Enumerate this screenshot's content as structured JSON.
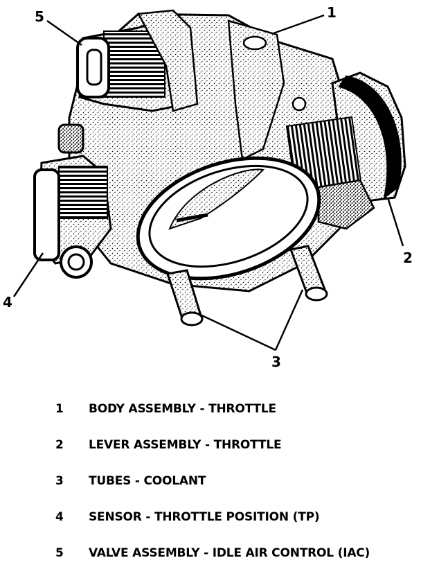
{
  "callouts": {
    "c1": "1",
    "c2": "2",
    "c3": "3",
    "c4": "4",
    "c5": "5"
  },
  "legend": [
    {
      "number": "1",
      "text": "BODY ASSEMBLY - THROTTLE"
    },
    {
      "number": "2",
      "text": "LEVER ASSEMBLY - THROTTLE"
    },
    {
      "number": "3",
      "text": "TUBES - COOLANT"
    },
    {
      "number": "4",
      "text": "SENSOR - THROTTLE POSITION (TP)"
    },
    {
      "number": "5",
      "text": "VALVE ASSEMBLY - IDLE AIR CONTROL (IAC)"
    }
  ]
}
